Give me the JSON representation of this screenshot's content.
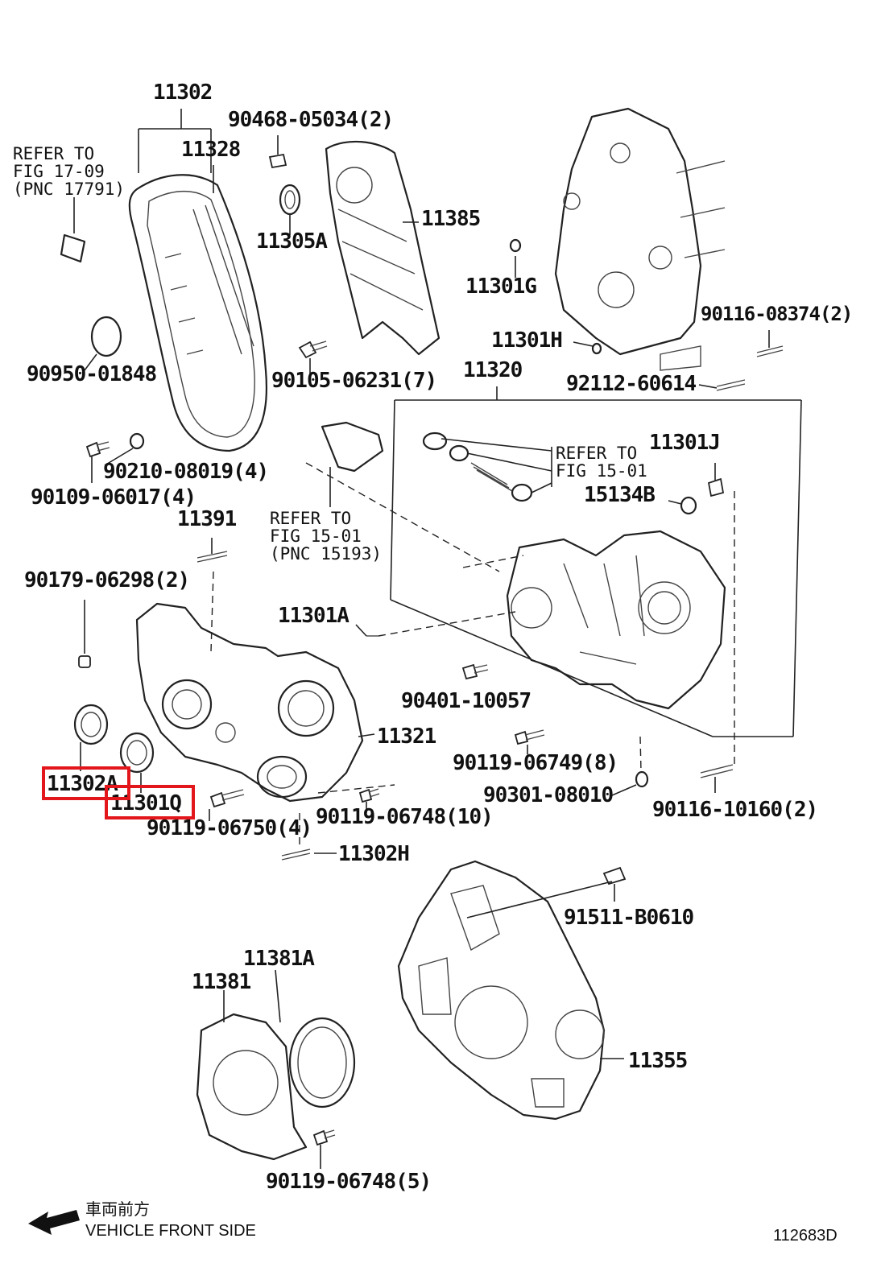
{
  "colors": {
    "highlight": "#e3161b",
    "line": "#222222",
    "background": "#ffffff"
  },
  "labels": {
    "p11302": "11302",
    "p90468": "90468-05034(2)",
    "p11328": "11328",
    "p11385": "11385",
    "p11305A": "11305A",
    "p11301G": "11301G",
    "p90116_08374": "90116-08374(2)",
    "p90950": "90950-01848",
    "p90105": "90105-06231(7)",
    "p11301H": "11301H",
    "p11320": "11320",
    "p92112": "92112-60614",
    "p11301J": "11301J",
    "p15134B": "15134B",
    "p90210": "90210-08019(4)",
    "p90109": "90109-06017(4)",
    "p11391": "11391",
    "p90179": "90179-06298(2)",
    "p11301A": "11301A",
    "p90401": "90401-10057",
    "p11321": "11321",
    "p90119_06749": "90119-06749(8)",
    "p11302A": "11302A",
    "p11301Q": "11301Q",
    "p90301": "90301-08010",
    "p90116_10160": "90116-10160(2)",
    "p90119_06750": "90119-06750(4)",
    "p90119_06748_10": "90119-06748(10)",
    "p11302H": "11302H",
    "p91511": "91511-B0610",
    "p11381A": "11381A",
    "p11381": "11381",
    "p11355": "11355",
    "p90119_06748_5": "90119-06748(5)"
  },
  "refs": {
    "r1709": "REFER TO\nFIG 17-09\n(PNC 17791)",
    "r1501a": "REFER TO\nFIG 15-01",
    "r1501b": "REFER TO\nFIG 15-01\n(PNC 15193)"
  },
  "footer": {
    "jp": "車両前方",
    "en": "VEHICLE FRONT SIDE",
    "code": "112683D"
  },
  "highlighted": [
    "11302A",
    "11301Q"
  ]
}
